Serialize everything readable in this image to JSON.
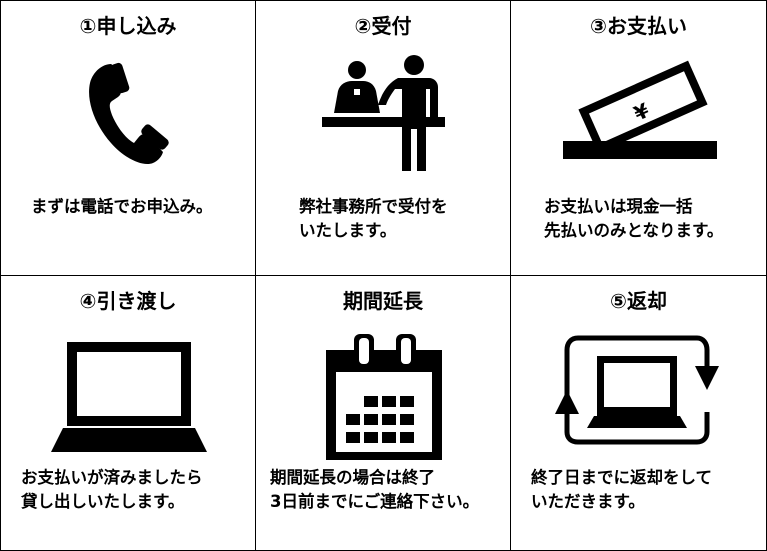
{
  "steps": [
    {
      "title": "①申し込み",
      "desc": "まずは電話でお申込み。",
      "icon": "phone-icon"
    },
    {
      "title": "②受付",
      "desc": "弊社事務所で受付を\nいたします。",
      "icon": "reception-desk-icon"
    },
    {
      "title": "③お支払い",
      "desc": "お支払いは現金一括\n先払いのみとなります。",
      "icon": "yen-payment-icon"
    },
    {
      "title": "④引き渡し",
      "desc": "お支払いが済みましたら\n貸し出しいたします。",
      "icon": "laptop-icon"
    },
    {
      "title": "期間延長",
      "desc": "期間延長の場合は終了\n3日前までにご連絡下さい。",
      "icon": "calendar-icon"
    },
    {
      "title": "⑤返却",
      "desc": "終了日までに返却をして\nいただきます。",
      "icon": "return-laptop-icon"
    }
  ],
  "yen_symbol": "¥"
}
